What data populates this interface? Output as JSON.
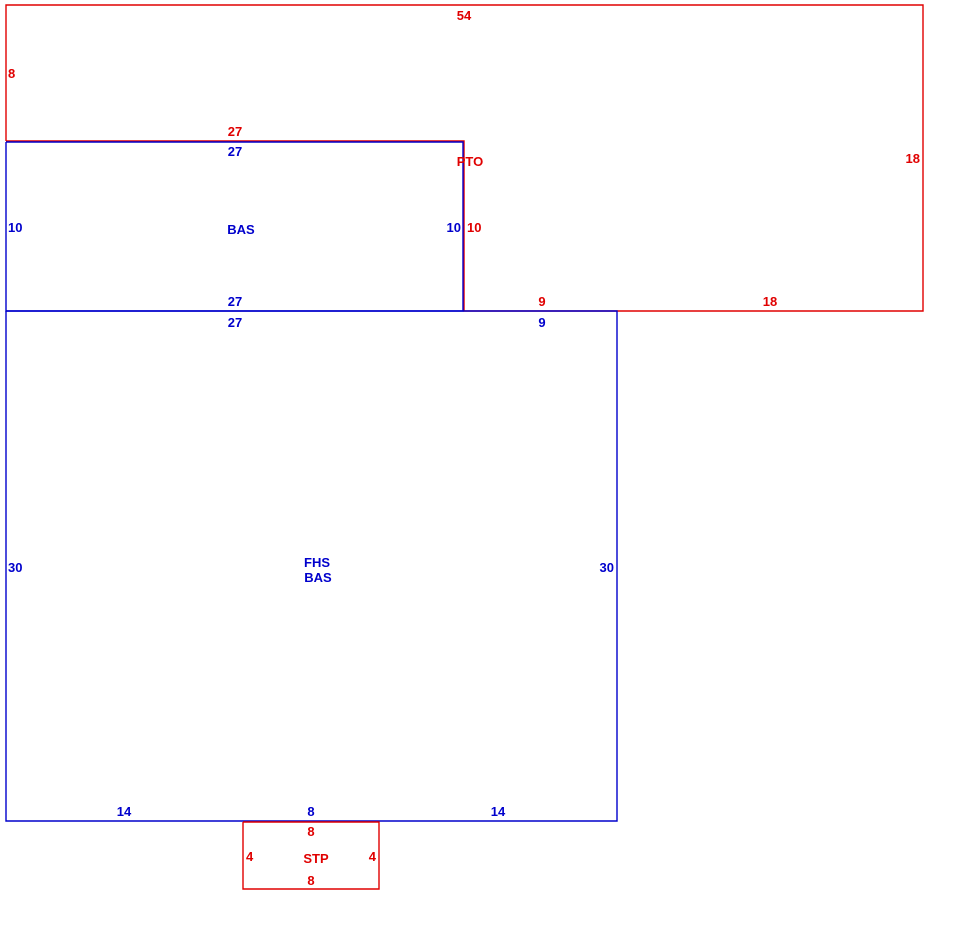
{
  "colors": {
    "red": "#e00000",
    "blue": "#0000cc",
    "background": "#ffffff"
  },
  "areas": {
    "pto": {
      "code": "PTO",
      "dims": {
        "top": "54",
        "left": "8",
        "inner_top": "27",
        "right": "18",
        "inner_side": "10",
        "bottom_a": "9",
        "bottom_b": "18"
      }
    },
    "bas_upper": {
      "code": "BAS",
      "dims": {
        "top": "27",
        "left": "10",
        "right": "10",
        "bottom": "27"
      }
    },
    "fhs_bas": {
      "code_line1": "FHS",
      "code_line2": "BAS",
      "dims": {
        "top_a": "27",
        "top_b": "9",
        "left": "30",
        "right": "30",
        "bottom_a": "14",
        "bottom_b": "8",
        "bottom_c": "14"
      }
    },
    "stp": {
      "code": "STP",
      "dims": {
        "top": "8",
        "left": "4",
        "right": "4",
        "bottom": "8"
      }
    }
  }
}
